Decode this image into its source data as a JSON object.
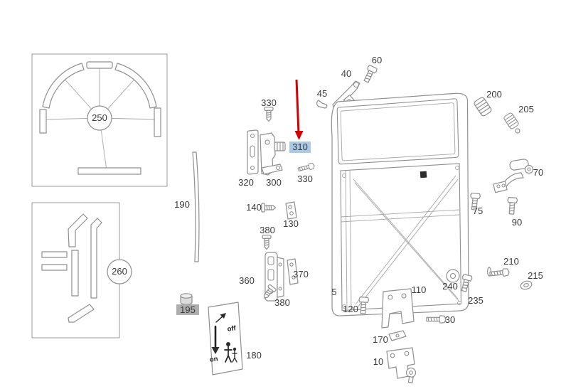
{
  "colors": {
    "line": "#8f8f8f",
    "label_text": "#3a3a3a",
    "highlight_selected_bg": "#a9c9e6",
    "highlight_visited_bg": "#aeaeae",
    "arrow": "#d40000"
  },
  "labels": {
    "p250": "250",
    "p260": "260",
    "p190": "190",
    "p195": "195",
    "p180": "180",
    "p330a": "330",
    "p320": "320",
    "p300": "300",
    "p330b": "330",
    "p310": "310",
    "p140": "140",
    "p130": "130",
    "p380a": "380",
    "p360": "360",
    "p370": "370",
    "p380b": "380",
    "p45": "45",
    "p40": "40",
    "p60": "60",
    "p5": "5",
    "p200": "200",
    "p205": "205",
    "p70": "70",
    "p75": "75",
    "p90": "90",
    "p210": "210",
    "p215": "215",
    "p240": "240",
    "p235": "235",
    "p110": "110",
    "p120": "120",
    "p30": "30",
    "p170": "170",
    "p10": "10"
  },
  "placard": {
    "off": "off",
    "on": "on"
  }
}
